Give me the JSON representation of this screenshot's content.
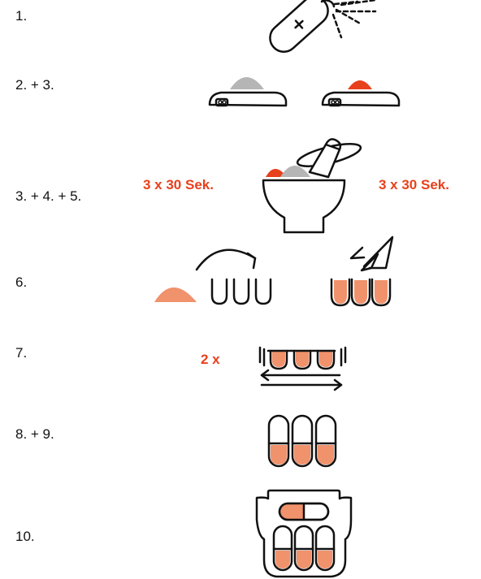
{
  "steps": [
    "1.",
    "2. + 3.",
    "3. + 4. + 5.",
    "6.",
    "7.",
    "8. + 9.",
    "10."
  ],
  "notes": {
    "grind_left": "3 x 30 Sek.",
    "grind_right": "3 x 30 Sek.",
    "shake_repeat": "2 x"
  },
  "colors": {
    "accent_red": "#e8401c",
    "fill_salmon": "#f0926c",
    "powder_gray": "#b5b5b5",
    "line": "#111111"
  }
}
